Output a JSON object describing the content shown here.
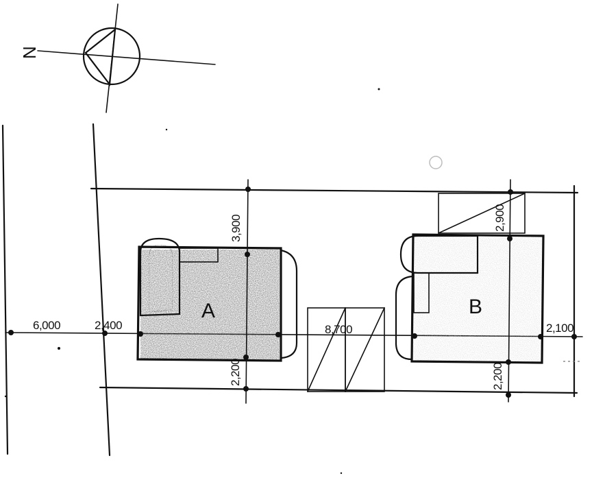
{
  "north": {
    "label": "N"
  },
  "buildings": {
    "a": {
      "label": "A",
      "fill": "#6e6e6e"
    },
    "b": {
      "label": "B",
      "fill": "#cfcfcf"
    }
  },
  "dimensions": {
    "left_6000": "6,000",
    "left_2400": "2,400",
    "a_top_3900": "3,900",
    "a_bottom_2200": "2,200",
    "gap_8700": "8,700",
    "b_top_2900": "2,900",
    "b_bottom_2200": "2,200",
    "right_2100": "2,100"
  },
  "colors": {
    "ink": "#111111",
    "paper": "#ffffff"
  }
}
